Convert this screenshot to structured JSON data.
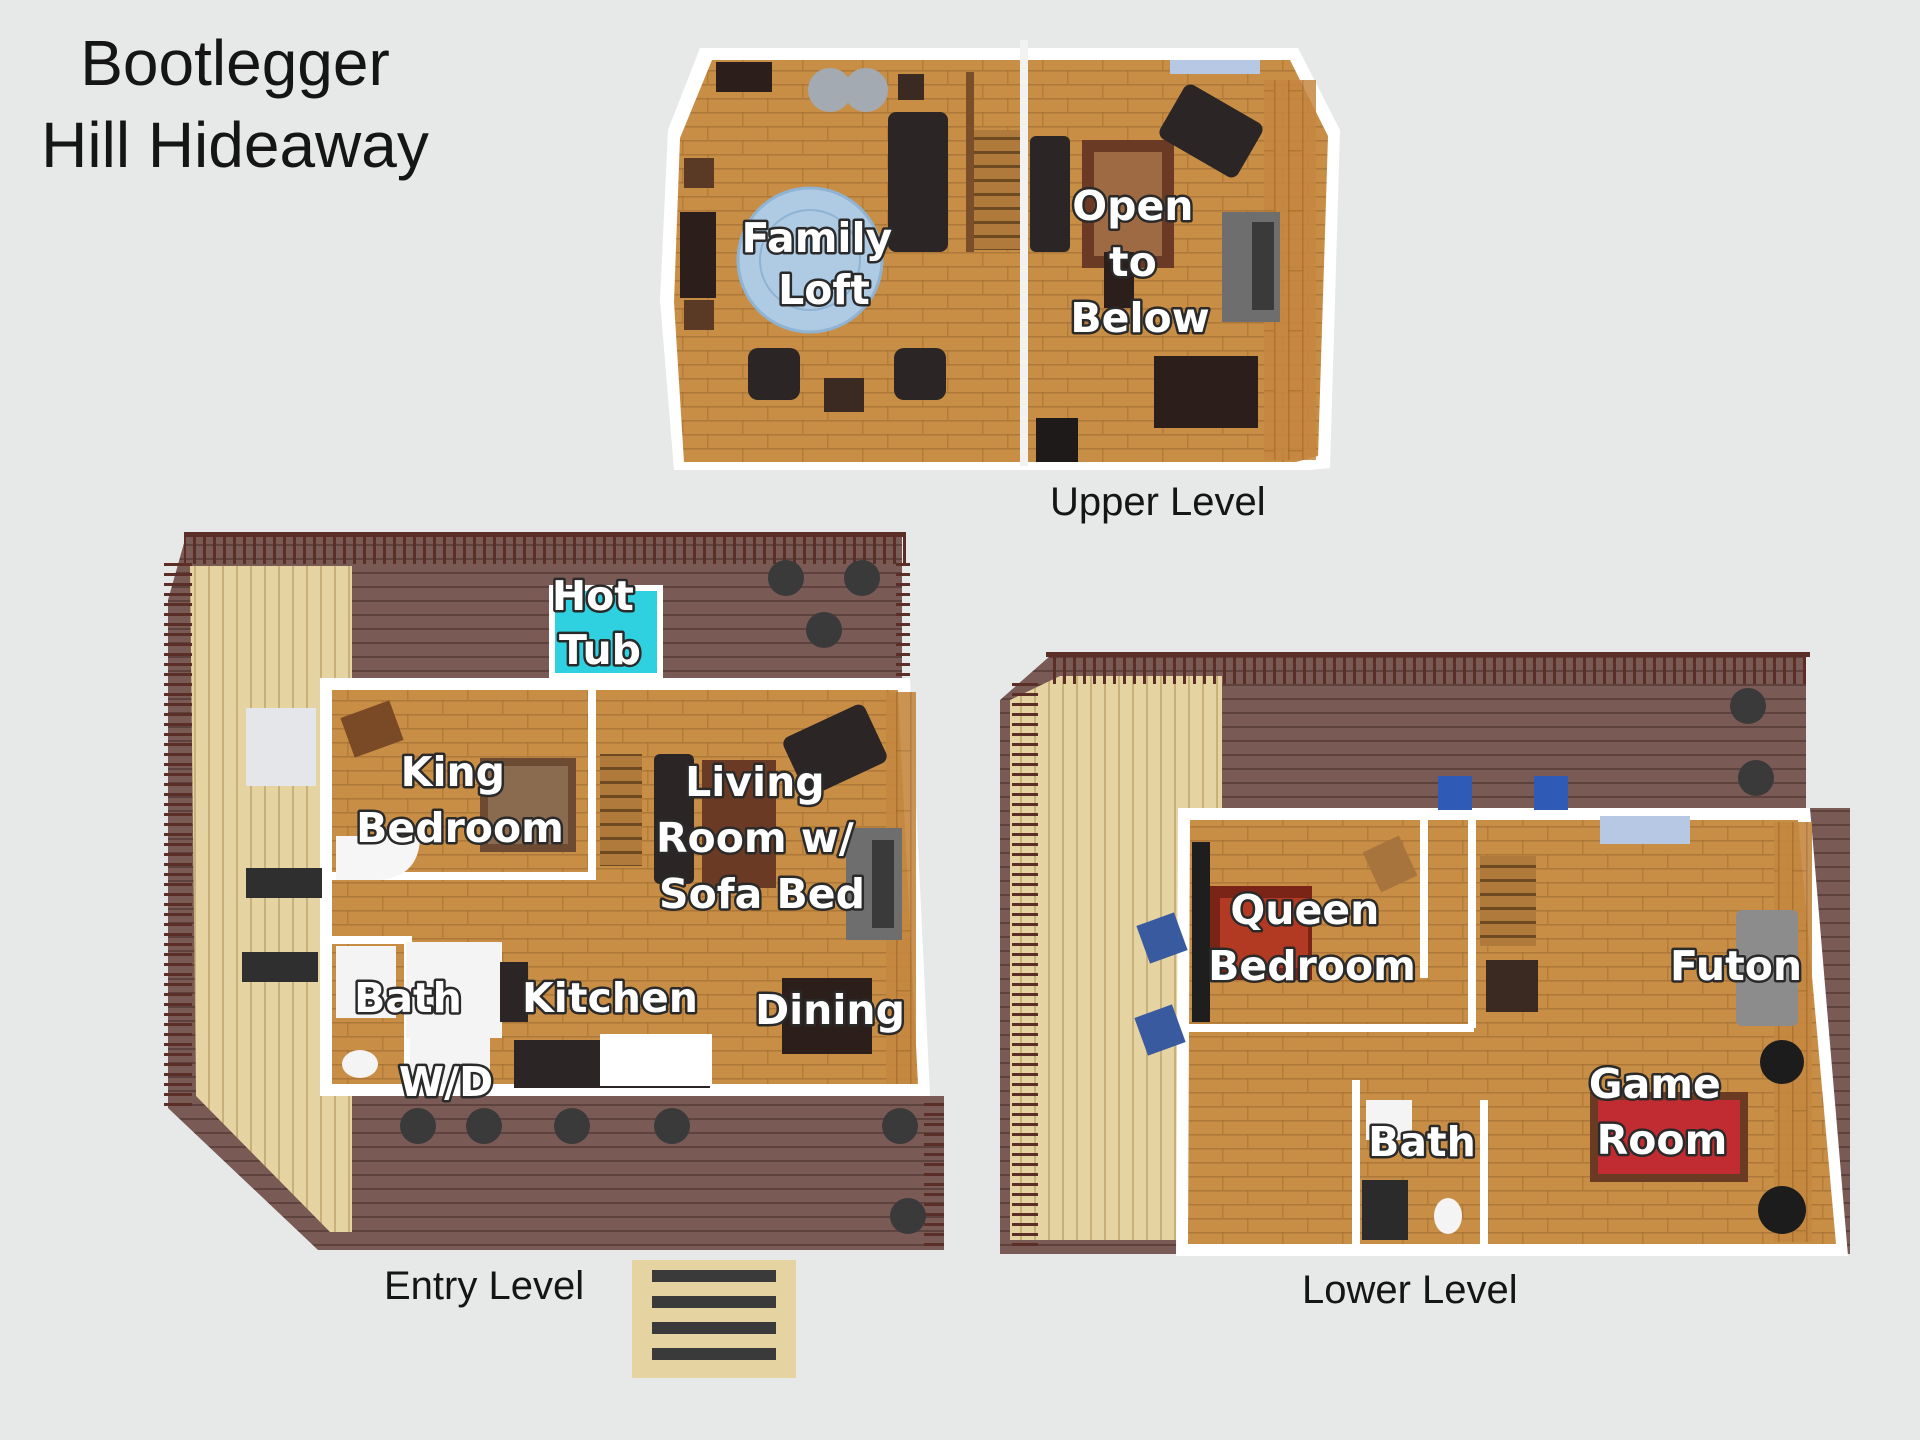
{
  "title": {
    "line1": "Bootlegger",
    "line2": "Hill Hideaway"
  },
  "levels": {
    "upper": {
      "caption": "Upper Level",
      "rooms": {
        "family_loft": [
          "Family",
          "Loft"
        ],
        "open_to_below": [
          "Open",
          "to",
          "Below"
        ]
      }
    },
    "entry": {
      "caption": "Entry Level",
      "rooms": {
        "hot_tub": [
          "Hot",
          "Tub"
        ],
        "king_bedroom": [
          "King",
          "Bedroom"
        ],
        "living_room": [
          "Living",
          "Room w/",
          "Sofa Bed"
        ],
        "bath": [
          "Bath"
        ],
        "kitchen": [
          "Kitchen"
        ],
        "dining": [
          "Dining"
        ],
        "wd": [
          "W/D"
        ]
      }
    },
    "lower": {
      "caption": "Lower Level",
      "rooms": {
        "queen_bedroom": [
          "Queen",
          "Bedroom"
        ],
        "futon": [
          "Futon"
        ],
        "game_room": [
          "Game",
          "Room"
        ],
        "bath": [
          "Bath"
        ]
      }
    }
  },
  "colors": {
    "background": "#e7e8e8",
    "wood_floor": "#c98e45",
    "deck": "#7a5a55",
    "lighter_deck": "#e6d3a2",
    "railing": "#5b2f28",
    "wall": "#ffffff",
    "hot_tub": "#2fd0df",
    "pool_table": "#c12b32",
    "label_text": "#ffffff",
    "label_outline": "#2a2a2a"
  }
}
